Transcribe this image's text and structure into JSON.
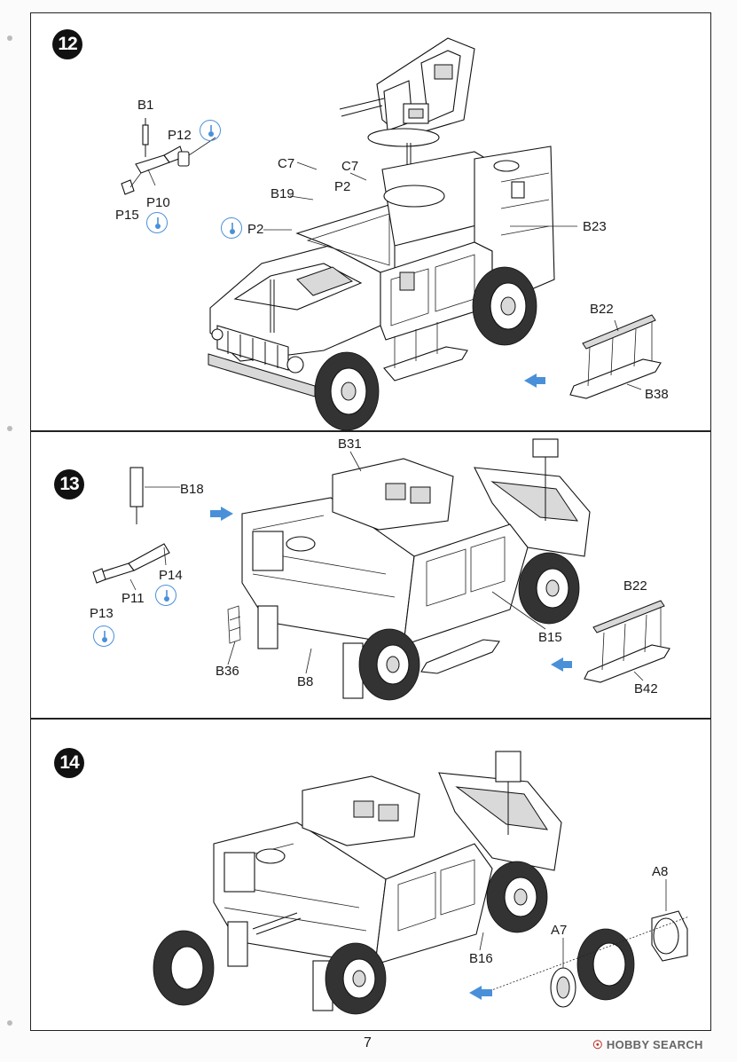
{
  "page_number": "7",
  "watermark": {
    "text": "HOBBY SEARCH",
    "logo": "hobby-search-logo"
  },
  "icons": {
    "glue": "glue-drop-icon",
    "arrow": "blue-direction-arrow-icon",
    "accent": "#4a90d9"
  },
  "steps": [
    {
      "number": "12",
      "labels": {
        "B1": "B1",
        "P12": "P12",
        "P10": "P10",
        "P15": "P15",
        "C7a": "C7",
        "C7b": "C7",
        "B19": "B19",
        "P2a": "P2",
        "P2b": "P2",
        "B23": "B23",
        "B22": "B22",
        "B38": "B38"
      }
    },
    {
      "number": "13",
      "labels": {
        "B31": "B31",
        "B18": "B18",
        "P14": "P14",
        "P11": "P11",
        "P13": "P13",
        "B22": "B22",
        "B15": "B15",
        "B36": "B36",
        "B8": "B8",
        "B42": "B42"
      }
    },
    {
      "number": "14",
      "labels": {
        "A8": "A8",
        "A7": "A7",
        "B16": "B16"
      }
    }
  ]
}
